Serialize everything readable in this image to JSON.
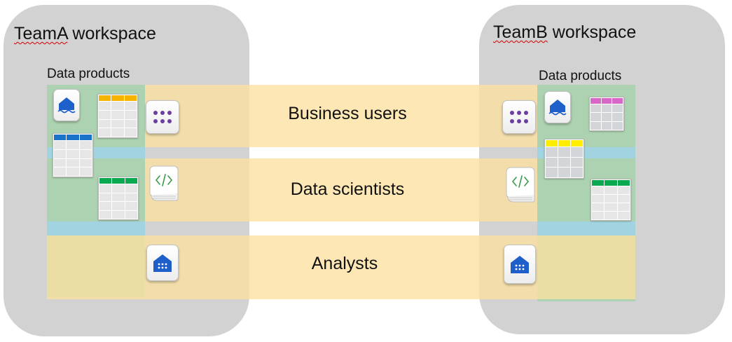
{
  "workspaces": {
    "left": {
      "title_word": "TeamA",
      "title_rest": " workspace",
      "products_label": "Data products"
    },
    "right": {
      "title_word": "TeamB",
      "title_rest": " workspace",
      "products_label": "Data products"
    }
  },
  "bands": [
    {
      "label": "Business users",
      "icon": "grid-dots-icon"
    },
    {
      "label": "Data scientists",
      "icon": "code-notebook-icon"
    },
    {
      "label": "Analysts",
      "icon": "warehouse-icon"
    }
  ],
  "left_products": [
    "lakehouse-icon",
    "table-orange-header",
    "table-blue-header",
    "table-green-header"
  ],
  "right_products": [
    "lakehouse-icon",
    "table-magenta-header",
    "table-yellow-header",
    "table-green-header"
  ],
  "colors": {
    "workspace": "#d2d2d2",
    "products_area": "#a5d2aa",
    "separator": "#a0d4e4",
    "band": "#fde2a0",
    "icon_purple": "#6b3fa0",
    "icon_blue": "#1f5fc9",
    "icon_green": "#3a9a4a",
    "orange": "#f5b400",
    "blue": "#1a73c8",
    "green": "#0aa84f",
    "magenta": "#d865c8",
    "yellow": "#ffee00"
  }
}
